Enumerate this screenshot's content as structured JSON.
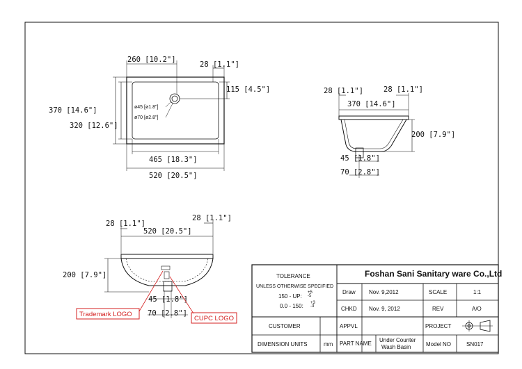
{
  "top_view": {
    "width_inner": "260 [10.2\"]",
    "edge_right": "28 [1.1\"]",
    "drain_offset": "115 [4.5\"]",
    "height_outer": "370 [14.6\"]",
    "height_inner": "320 [12.6\"]",
    "drain_dia_1": "ø45 [ø1.8\"]",
    "drain_dia_2": "ø70 [ø2.8\"]",
    "width_bowl": "465 [18.3\"]",
    "width_total": "520 [20.5\"]"
  },
  "side_view": {
    "edge_left": "28 [1.1\"]",
    "edge_right": "28 [1.1\"]",
    "width": "370 [14.6\"]",
    "height": "200 [7.9\"]",
    "drain_small": "45 [1.8\"]",
    "drain_large": "70 [2.8\"]"
  },
  "front_view": {
    "edge_left": "28 [1.1\"]",
    "edge_right": "28 [1.1\"]",
    "width": "520 [20.5\"]",
    "height": "200 [7.9\"]",
    "drain_small": "45 [1.8\"]",
    "drain_large": "70 [2.8\"]",
    "trademark_label": "Trademark LOGO",
    "cupc_label": "CUPC LOGO"
  },
  "title_block": {
    "tolerance_title": "TOLERANCE",
    "tolerance_note": "UNLESS OTHERWISE SPECIFIED",
    "tol_line1": "150 - UP:",
    "tol_line1_val": "+5\n-5",
    "tol_line2": "0.0 - 150:",
    "tol_line2_val": "+3\n-3",
    "company": "Foshan Sani Sanitary ware Co.,Ltd",
    "draw_label": "Draw",
    "draw_date": "Nov. 9,2012",
    "scale_label": "SCALE",
    "scale_value": "1:1",
    "chkd_label": "CHKD",
    "chkd_date": "Nov. 9, 2012",
    "rev_label": "REV",
    "rev_value": "A/O",
    "customer_label": "CUSTOMER",
    "appvl_label": "APPVL",
    "project_label": "PROJECT",
    "dim_units_label": "DIMENSION UNITS",
    "dim_units_value": "mm",
    "part_name_label": "PART NAME",
    "part_name_line1": "Under Counter",
    "part_name_line2": "Wash Basin",
    "model_no_label": "Model NO",
    "model_no_value": "SN017"
  }
}
